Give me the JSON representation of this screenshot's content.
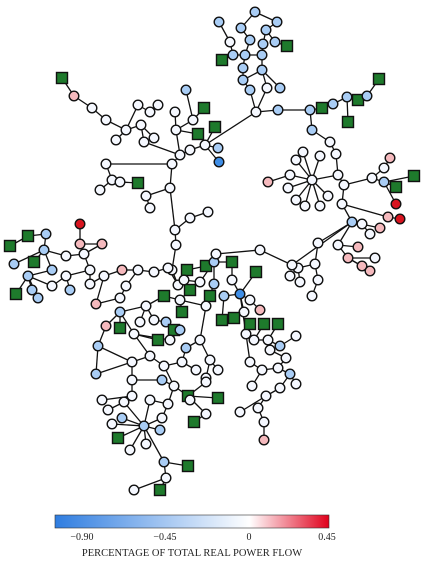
{
  "colorbar": {
    "ticks": [
      "−0.90",
      "−0.45",
      "0",
      "0.45"
    ],
    "tick_values": [
      -0.9,
      -0.45,
      0,
      0.45
    ],
    "range": [
      -1.1,
      0.45
    ],
    "caption": "PERCENTAGE OF TOTAL REAL POWER FLOW",
    "colors": {
      "negative": "#2f7de0",
      "zero": "#ffffff",
      "positive": "#e0001b"
    }
  },
  "legend_colors": {
    "generator_square": "#1e7a2c",
    "edge": "#111111",
    "node_outline": "#111111"
  }
}
